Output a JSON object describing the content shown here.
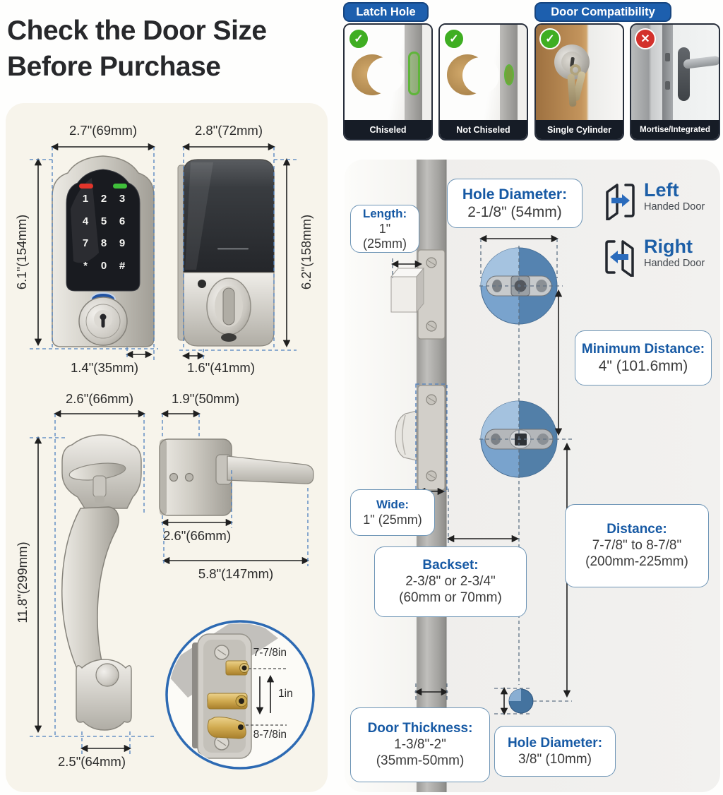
{
  "heading": {
    "line1": "Check the Door Size",
    "line2": "Before Purchase"
  },
  "icons": {
    "check": "✓",
    "cross": "✕"
  },
  "latch_hole": {
    "badge": "Latch Hole",
    "cards": [
      {
        "label": "Chiseled",
        "status": "yes"
      },
      {
        "label": "Not Chiseled",
        "status": "yes"
      }
    ]
  },
  "door_compatibility": {
    "badge": "Door Compatibility",
    "cards": [
      {
        "label": "Single Cylinder",
        "status": "yes"
      },
      {
        "label": "Mortise/Integrated",
        "status": "no"
      }
    ]
  },
  "measurements": {
    "front_width": "2.7\"(69mm)",
    "front_height": "6.1\"(154mm)",
    "front_depth": "1.4\"(35mm)",
    "back_width": "2.8\"(72mm)",
    "back_height": "6.2\"(158mm)",
    "back_depth": "1.6\"(41mm)",
    "handleset_width": "2.6\"(66mm)",
    "handleset_height": "11.8\"(299mm)",
    "handleset_bottom_width": "2.5\"(64mm)",
    "lever_depth": "1.9\"(50mm)",
    "lever_rosette_width": "2.6\"(66mm)",
    "lever_length": "5.8\"(147mm)",
    "latch_offset_top": "7-7/8in",
    "latch_offset_gap": "1in",
    "latch_offset_bottom": "8-7/8in"
  },
  "keypad": {
    "keys": [
      "1",
      "2",
      "3",
      "4",
      "5",
      "6",
      "7",
      "8",
      "9",
      "*",
      "0",
      "#"
    ]
  },
  "door_diagram": {
    "length": {
      "title": "Length:",
      "value": "1\" (25mm)"
    },
    "hole_top": {
      "title": "Hole Diameter:",
      "value": "2-1/8\" (54mm)"
    },
    "min_distance": {
      "title": "Minimum Distance:",
      "value": "4\" (101.6mm)"
    },
    "wide": {
      "title": "Wide:",
      "value": "1\" (25mm)"
    },
    "backset": {
      "title": "Backset:",
      "line1": "2-3/8\" or 2-3/4\"",
      "line2": "(60mm or 70mm)"
    },
    "distance": {
      "title": "Distance:",
      "line1": "7-7/8\" to 8-7/8\"",
      "line2": "(200mm-225mm)"
    },
    "thickness": {
      "title": "Door Thickness:",
      "line1": "1-3/8\"-2\"",
      "line2": "(35mm-50mm)"
    },
    "hole_bottom": {
      "title": "Hole Diameter:",
      "value": "3/8\" (10mm)"
    },
    "left_hand": {
      "word": "Left",
      "sub": "Handed Door"
    },
    "right_hand": {
      "word": "Right",
      "sub": "Handed Door"
    }
  },
  "colors": {
    "badge_blue": "#1d5fae",
    "label_blue": "#1659a4",
    "check_green": "#3fae22",
    "cross_red": "#d3312c",
    "panel_cream": "#f7f4eb",
    "panel_gray": "#f1f0ee"
  }
}
